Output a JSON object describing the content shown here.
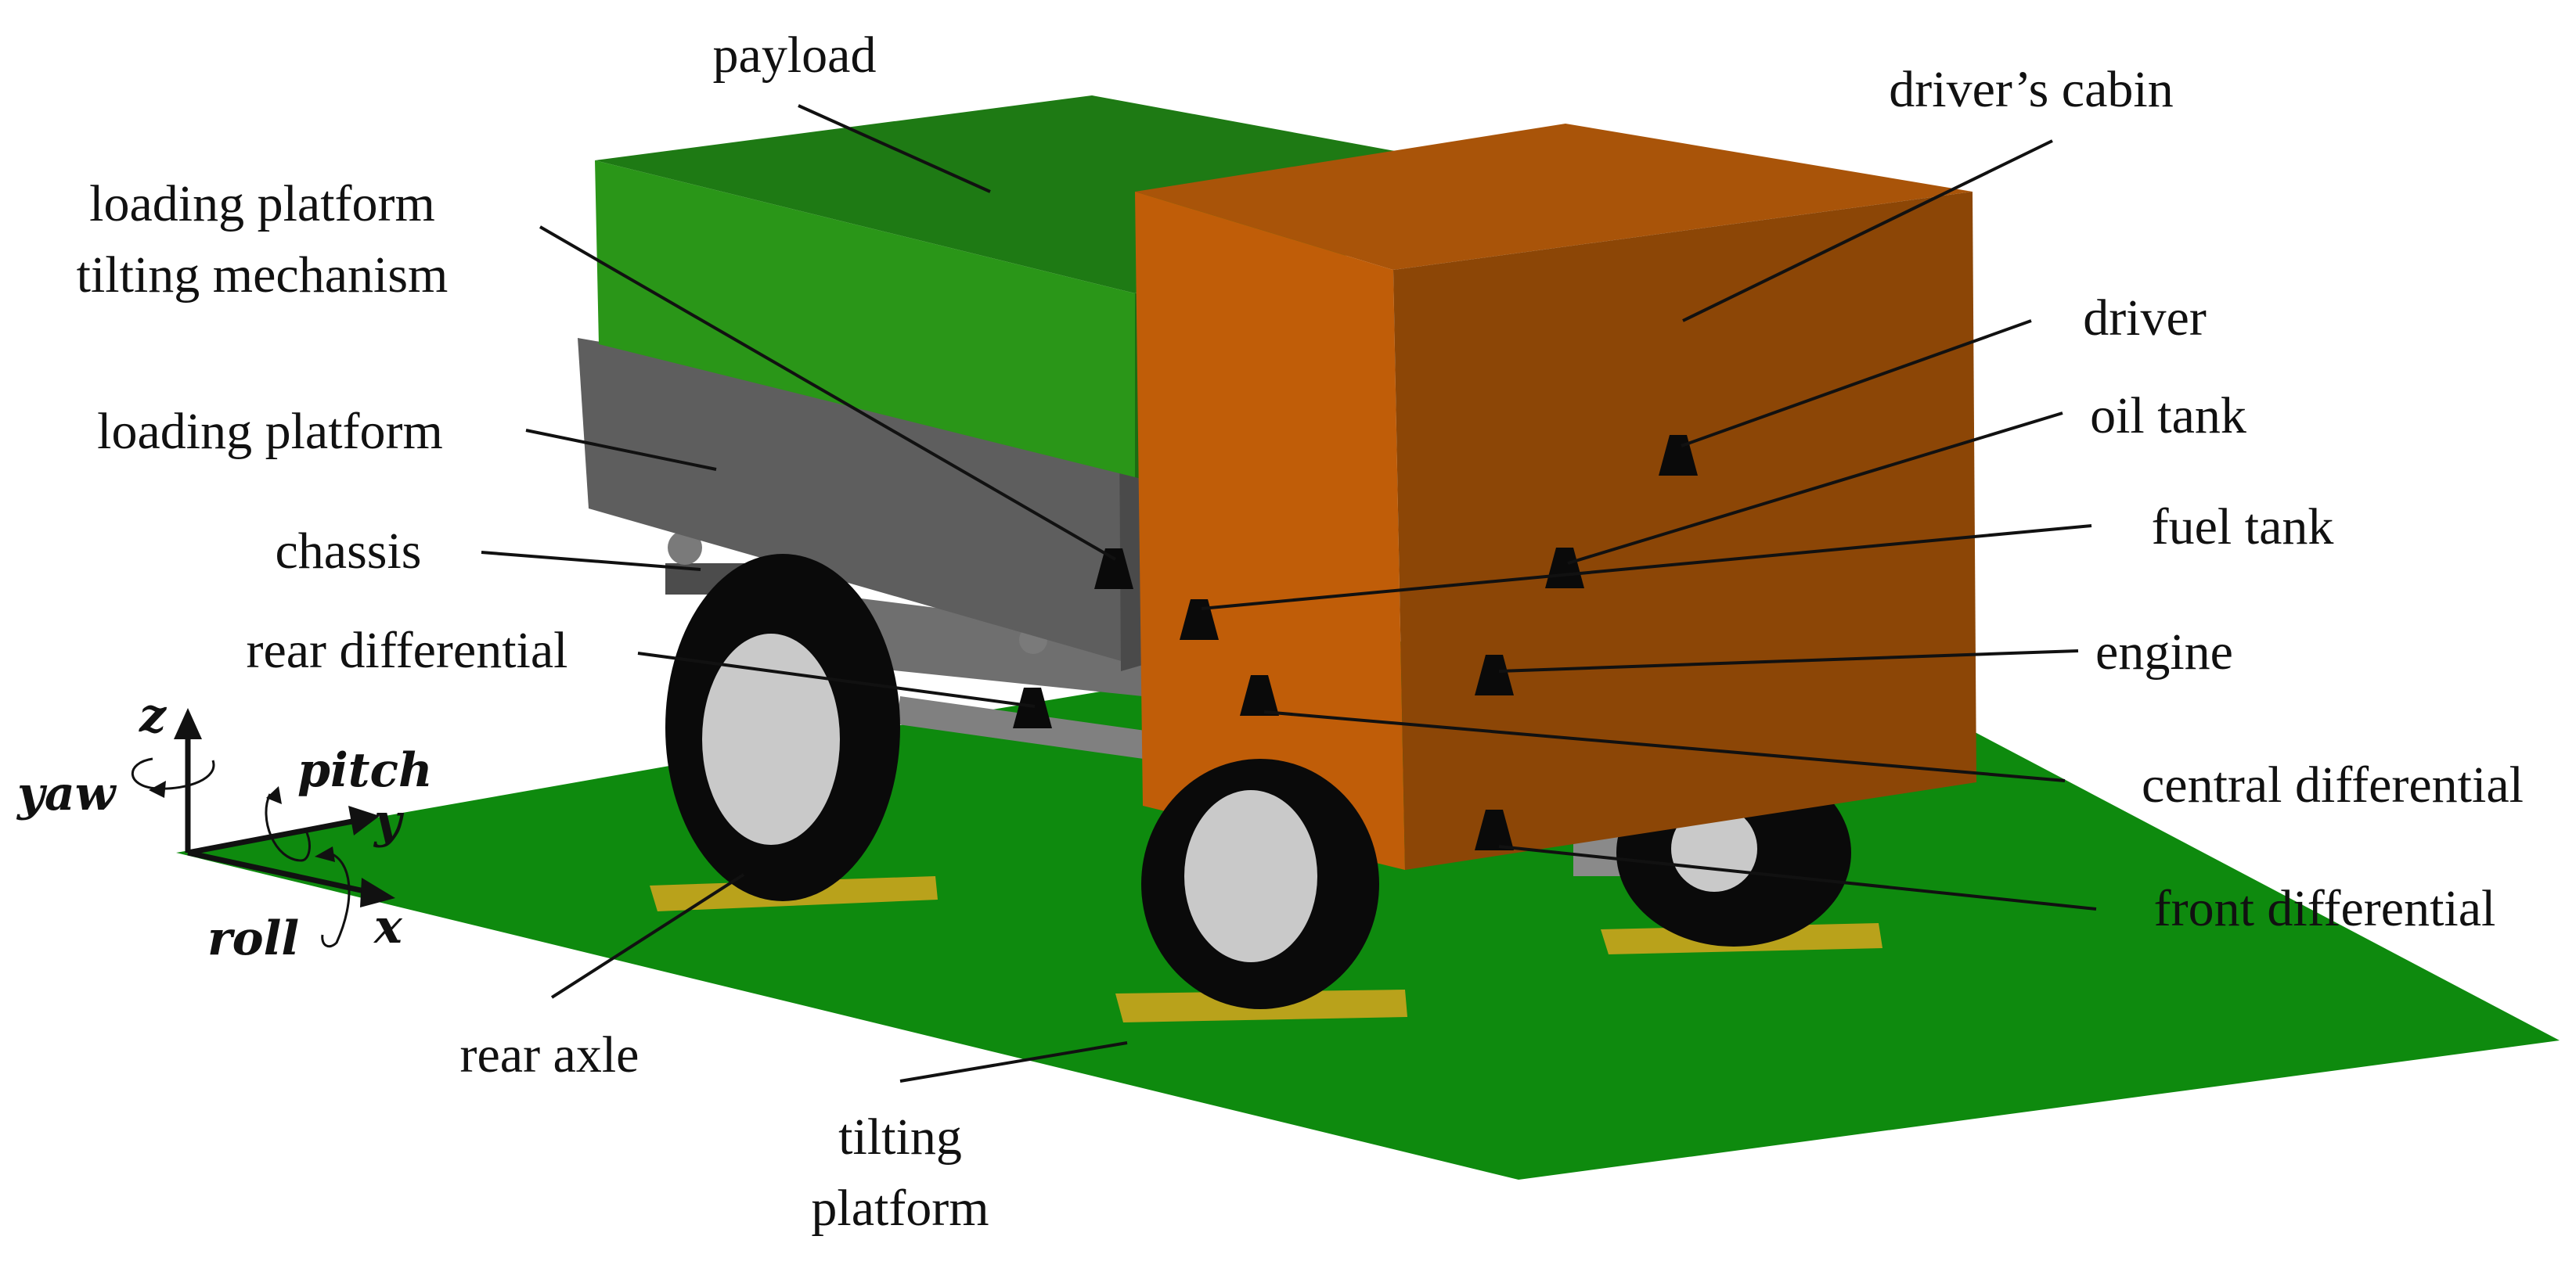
{
  "labels": {
    "payload": "payload",
    "drivers_cabin": "driver’s cabin",
    "tilting_mechanism_line1": "loading platform",
    "tilting_mechanism_line2": "tilting mechanism",
    "loading_platform": "loading platform",
    "driver": "driver",
    "oil_tank": "oil tank",
    "fuel_tank": "fuel tank",
    "chassis": "chassis",
    "rear_differential": "rear differential",
    "engine": "engine",
    "central_differential": "central differential",
    "front_differential": "front differential",
    "rear_axle": "rear axle",
    "tilting_platform_line1": "tilting",
    "tilting_platform_line2": "platform"
  },
  "axes": {
    "z": "z",
    "y": "y",
    "x": "x",
    "yaw": "yaw",
    "pitch": "pitch",
    "roll": "roll"
  },
  "colors": {
    "platform": "#0e8a0e",
    "payload": "#239019",
    "cabin": "#c05d08",
    "loading_box": "#5e5e5e",
    "tire": "#0a0a0a",
    "rim": "#c9c9c9",
    "pad": "#b9a21b"
  }
}
